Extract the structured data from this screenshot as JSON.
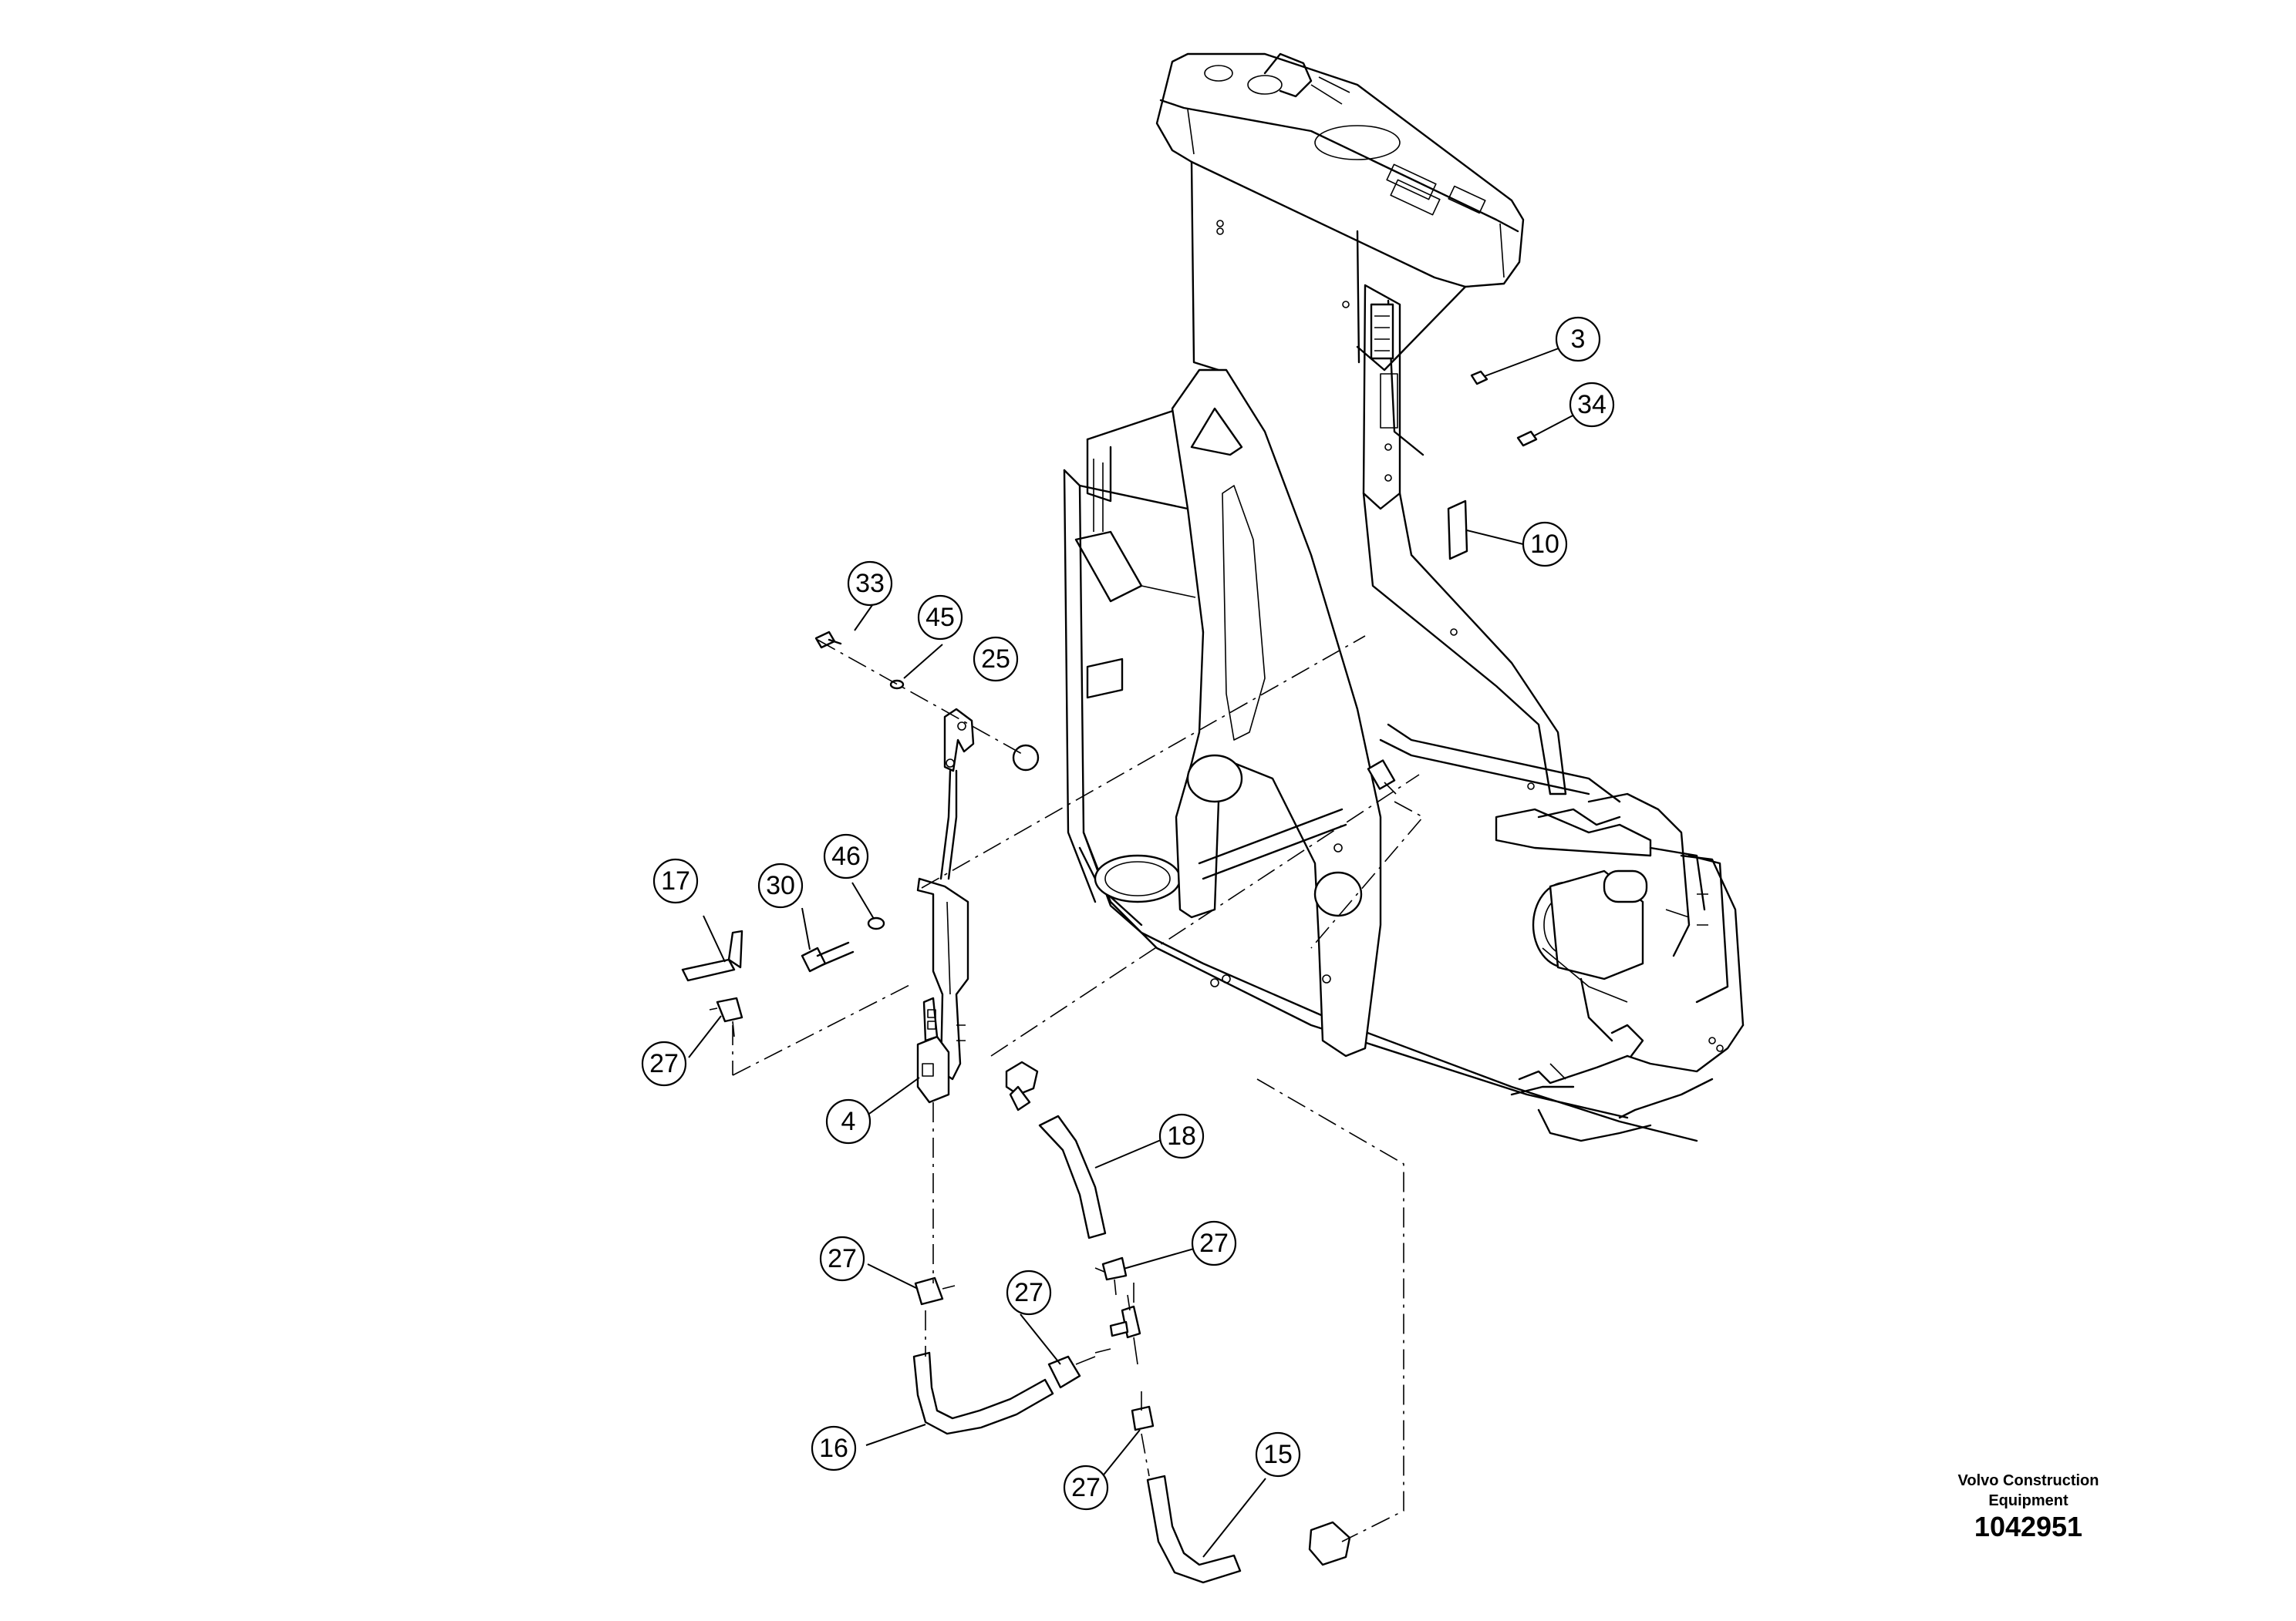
{
  "callouts": [
    {
      "id": "c3",
      "label": "3"
    },
    {
      "id": "c34",
      "label": "34"
    },
    {
      "id": "c10",
      "label": "10"
    },
    {
      "id": "c33",
      "label": "33"
    },
    {
      "id": "c45",
      "label": "45"
    },
    {
      "id": "c25",
      "label": "25"
    },
    {
      "id": "c17",
      "label": "17"
    },
    {
      "id": "c30",
      "label": "30"
    },
    {
      "id": "c46",
      "label": "46"
    },
    {
      "id": "c27a",
      "label": "27"
    },
    {
      "id": "c4",
      "label": "4"
    },
    {
      "id": "c18",
      "label": "18"
    },
    {
      "id": "c27b",
      "label": "27"
    },
    {
      "id": "c27c",
      "label": "27"
    },
    {
      "id": "c27d",
      "label": "27"
    },
    {
      "id": "c16",
      "label": "16"
    },
    {
      "id": "c27e",
      "label": "27"
    },
    {
      "id": "c15",
      "label": "15"
    }
  ],
  "manufacturer_line1": "Volvo Construction",
  "manufacturer_line2": "Equipment",
  "drawing_number": "1042951"
}
